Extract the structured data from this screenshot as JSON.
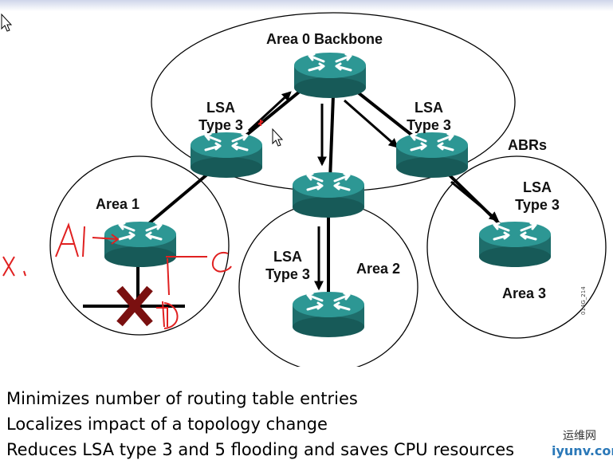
{
  "diagram": {
    "areas": {
      "area0": "Area 0 Backbone",
      "area1": "Area 1",
      "area2": "Area 2",
      "area3": "Area 3"
    },
    "lsa_labels": {
      "abr_left": [
        "LSA",
        "Type 3"
      ],
      "abr_right": [
        "LSA",
        "Type 3"
      ],
      "area2": [
        "LSA",
        "Type 3"
      ],
      "area3": [
        "LSA",
        "Type 3"
      ]
    },
    "abrs_label": "ABRs",
    "figure_code": "014G_214"
  },
  "annotations": {
    "x_left": "x.",
    "a1": "A1",
    "c": "C",
    "d": "D"
  },
  "bullets": [
    "Minimizes number of routing table entries",
    "Localizes impact of a topology change",
    "Reduces LSA type 3 and 5 flooding and saves CPU resources"
  ],
  "watermark": {
    "cn": "运维网",
    "en": "iyunv.com"
  },
  "colors": {
    "router_top": "#2b8f8c",
    "router_side": "#1e6d6b",
    "link": "#000000",
    "failure_x": "#7a1010",
    "handwriting": "#e02020"
  }
}
